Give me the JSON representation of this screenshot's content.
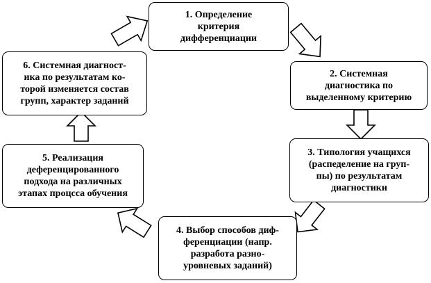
{
  "steps": [
    {
      "id": "step-1",
      "text": "1. Определение\nкритерия\nдифференциации"
    },
    {
      "id": "step-2",
      "text": "2. Системная\nдиагностика по\nвыделенному критерию"
    },
    {
      "id": "step-3",
      "text": "3. Типология учащихся\n(распеделение на груп-\nпы) по результатам\nдиагностики"
    },
    {
      "id": "step-4",
      "text": "4. Выбор способов диф-\nференциации (напр.\nразработа разно-\nуровневых заданий)"
    },
    {
      "id": "step-5",
      "text": "5. Реализация\nдеференцированного\nподхода на различных\nэтапах процсса обучения"
    },
    {
      "id": "step-6",
      "text": "6. Системная диагност-\nика по результатам ко-\nторой изменяется состав\nгрупп, характер заданий"
    }
  ],
  "colors": {
    "stroke": "#000000",
    "fill": "#ffffff",
    "text": "#000000"
  }
}
